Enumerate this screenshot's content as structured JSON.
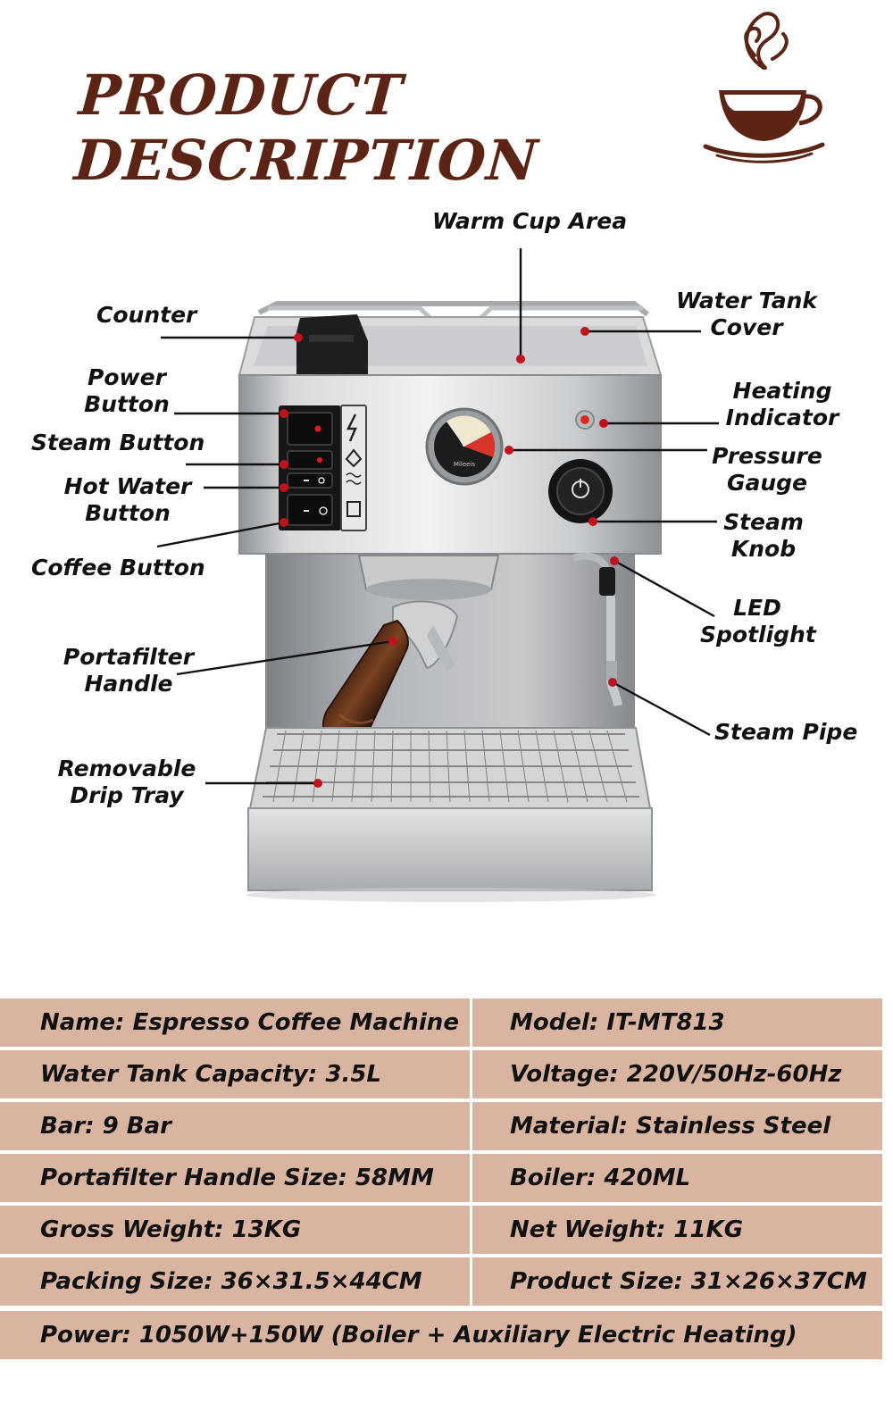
{
  "header": {
    "title": "PRODUCT DESCRIPTION",
    "logo_icon": "coffee-cup-heart-icon",
    "brand_color": "#5b2414"
  },
  "labels": {
    "warm_cup_area": "Warm Cup Area",
    "counter": "Counter",
    "water_tank_cover_1": "Water Tank",
    "water_tank_cover_2": "Cover",
    "power_button_1": "Power",
    "power_button_2": "Button",
    "heating_indicator_1": "Heating",
    "heating_indicator_2": "Indicator",
    "steam_button": "Steam Button",
    "pressure_gauge_1": "Pressure",
    "pressure_gauge_2": "Gauge",
    "hot_water_button_1": "Hot Water",
    "hot_water_button_2": "Button",
    "steam_knob_1": "Steam",
    "steam_knob_2": "Knob",
    "coffee_button": "Coffee Button",
    "led_spotlight_1": "LED",
    "led_spotlight_2": "Spotlight",
    "portafilter_handle_1": "Portafilter",
    "portafilter_handle_2": "Handle",
    "steam_pipe": "Steam Pipe",
    "drip_tray_1": "Removable",
    "drip_tray_2": "Drip Tray",
    "gauge_brand": "Mileeis"
  },
  "specs": {
    "rows": [
      {
        "left": "Name: Espresso Coffee Machine",
        "right": "Model: IT-MT813"
      },
      {
        "left": "Water Tank Capacity: 3.5L",
        "right": "Voltage: 220V/50Hz-60Hz"
      },
      {
        "left": "Bar: 9 Bar",
        "right": "Material: Stainless Steel"
      },
      {
        "left": "Portafilter Handle Size: 58MM",
        "right": "Boiler: 420ML"
      },
      {
        "left": "Gross Weight: 13KG",
        "right": "Net Weight: 11KG"
      },
      {
        "left": "Packing Size: 36×31.5×44CM",
        "right": "Product Size: 31×26×37CM"
      }
    ],
    "power": "Power: 1050W+150W (Boiler + Auxiliary Electric Heating)",
    "cell_color": "#d9b5a1"
  }
}
